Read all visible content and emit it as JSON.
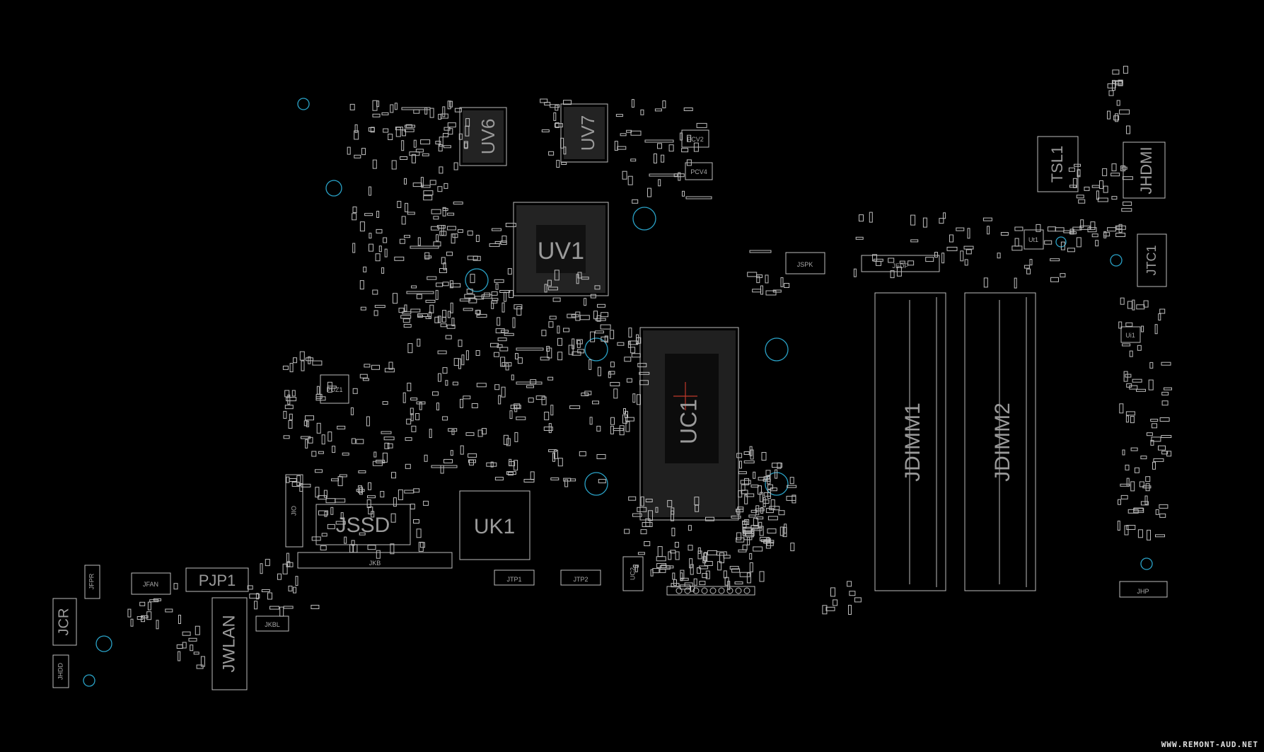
{
  "board": {
    "components": {
      "uv6": "UV6",
      "uv7": "UV7",
      "uv1": "UV1",
      "uc1": "UC1",
      "jdimm1": "JDIMM1",
      "jdimm2": "JDIMM2",
      "jssd": "JSSD",
      "uk1": "UK1",
      "jio": "JIO",
      "jkb": "JKB",
      "jtp1": "JTP1",
      "jtp2": "JTP2",
      "uc2": "UC2",
      "jspk": "JSPK",
      "jedp": "JEDP",
      "tsl1": "TSL1",
      "jhdmi": "JHDMI",
      "jtc1": "JTC1",
      "jhp": "JHP",
      "pjp1": "PJP1",
      "jwlan": "JWLAN",
      "jkbl": "JKBL",
      "jfan": "JFAN",
      "jfpr": "JFPR",
      "jcr": "JCR",
      "jhdd": "JHDD",
      "pcv2": "PCV2",
      "pcv4": "PCV4",
      "puz1": "PUZ1",
      "ut1": "Ut1",
      "ui1": "Ui1"
    },
    "colors": {
      "background": "#000000",
      "outline": "#bdbdbd",
      "mounting_hole": "#2aa3c8",
      "label": "#9a9a9a",
      "marker": "#c0392b"
    }
  },
  "watermark": "WWW.REMONT-AUD.NET"
}
